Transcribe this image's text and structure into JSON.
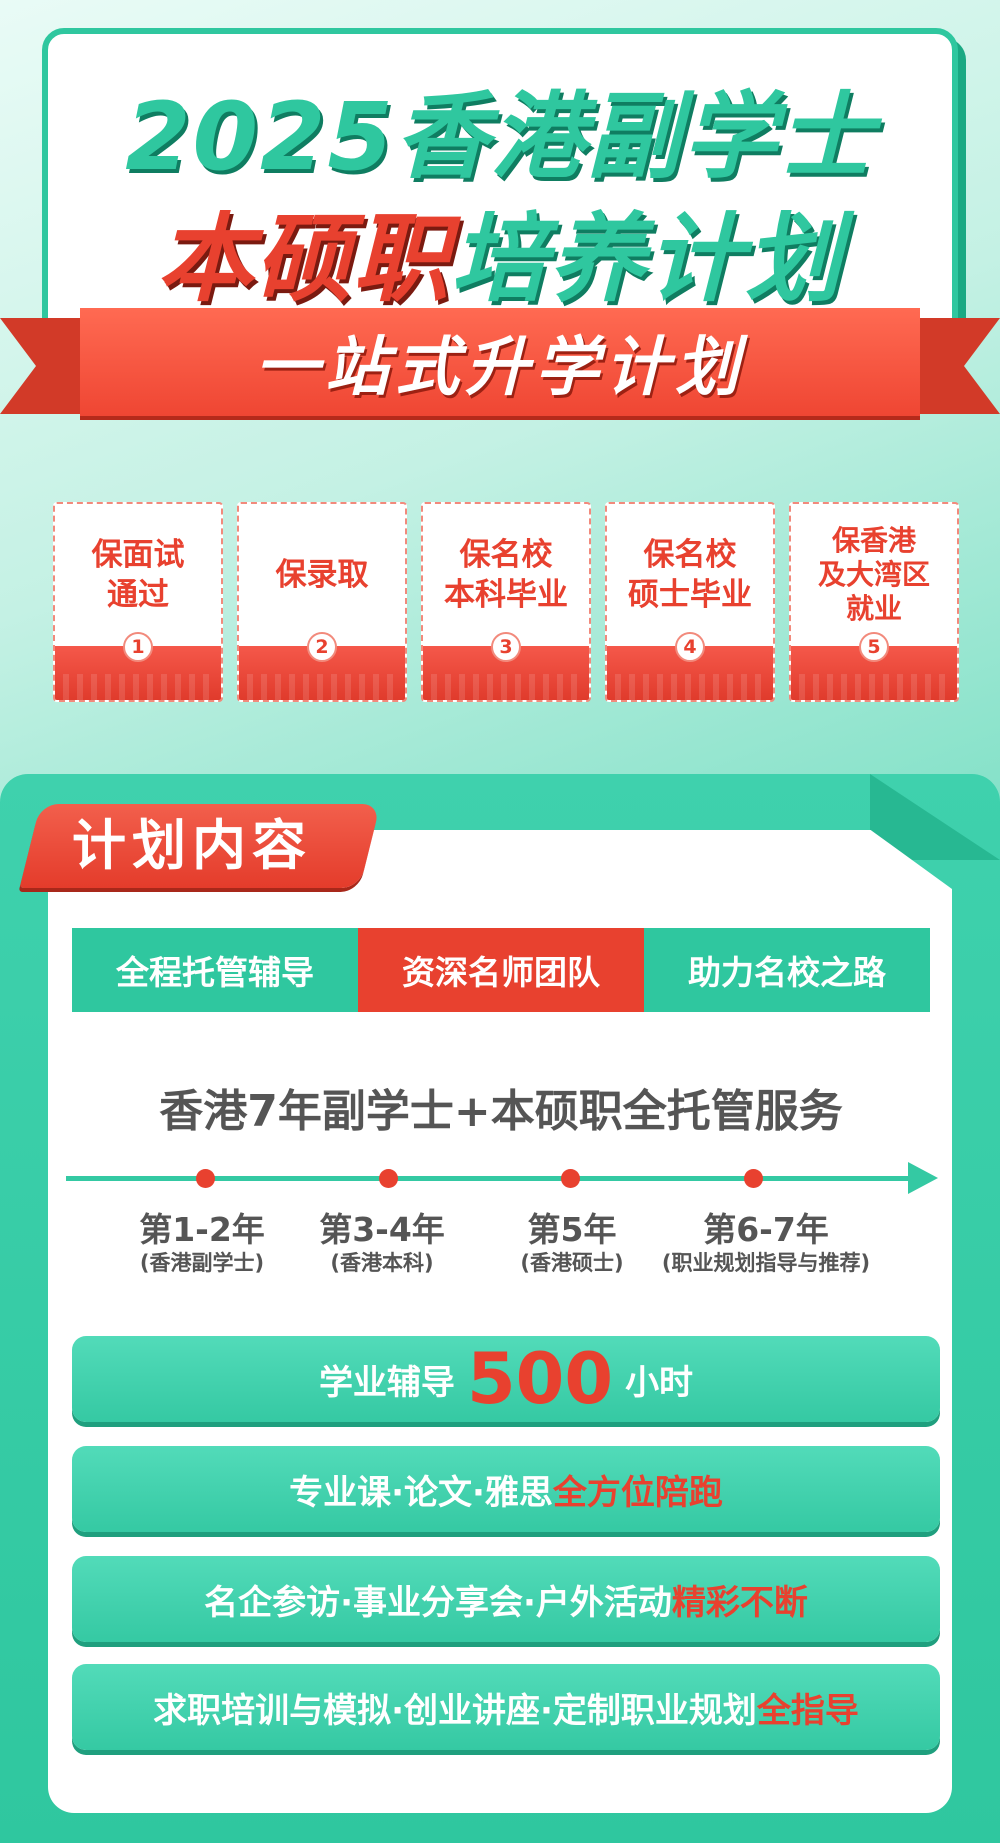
{
  "header": {
    "title_line1": "2025香港副学士",
    "title_line2_red": "本硕职",
    "title_line2_green": "培养计划",
    "ribbon": "一站式升学计划"
  },
  "promises": [
    {
      "text": "保面试\n通过",
      "number": "1"
    },
    {
      "text": "保录取",
      "number": "2"
    },
    {
      "text": "保名校\n本科毕业",
      "number": "3"
    },
    {
      "text": "保名校\n硕士毕业",
      "number": "4"
    },
    {
      "text": "保香港\n及大湾区\n就业",
      "number": "5"
    }
  ],
  "plan": {
    "tab_title": "计划内容",
    "feature_tabs": [
      "全程托管辅导",
      "资深名师团队",
      "助力名校之路"
    ],
    "service_title": "香港7年副学士+本硕职全托管服务",
    "timeline": [
      {
        "year": "第1-2年",
        "sub": "(香港副学士)"
      },
      {
        "year": "第3-4年",
        "sub": "(香港本科)"
      },
      {
        "year": "第5年",
        "sub": "(香港硕士)"
      },
      {
        "year": "第6-7年",
        "sub": "(职业规划指导与推荐)"
      }
    ],
    "benefits": [
      {
        "pre": "学业辅导",
        "big": "500",
        "post": "小时"
      },
      {
        "pre": "专业课·论文·雅思",
        "hl": "全方位陪跑"
      },
      {
        "pre": "名企参访·事业分享会·户外活动",
        "hl": "精彩不断"
      },
      {
        "pre": "求职培训与模拟·创业讲座·定制职业规划",
        "hl": "全指导"
      }
    ]
  },
  "colors": {
    "brand_green": "#2fc79f",
    "accent_red": "#e8412f"
  }
}
